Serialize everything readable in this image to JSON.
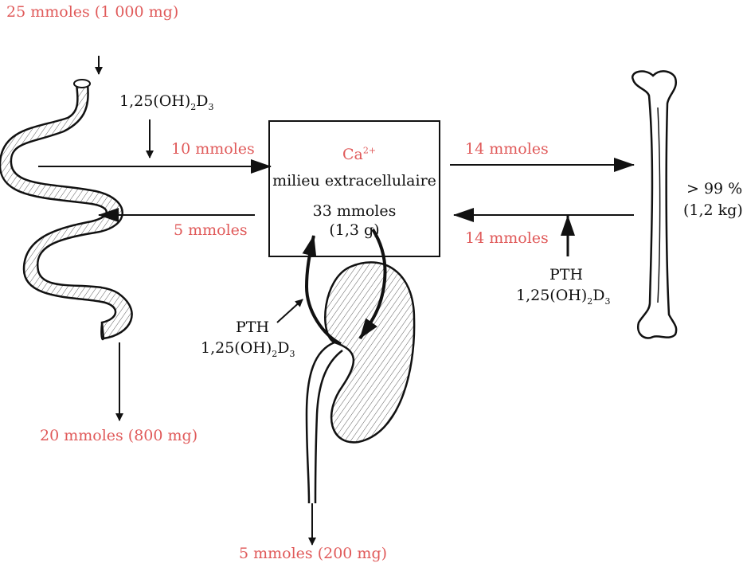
{
  "colors": {
    "accent_red": "#e05a5a",
    "ink": "#111111"
  },
  "labels": {
    "intake": "25 mmoles (1 000 mg)",
    "feces": "20 mmoles (800 mg)",
    "absorption": "10 mmoles",
    "secretion": "5 mmoles",
    "to_bone": "14 mmoles",
    "from_bone": "14 mmoles",
    "urine": "5 mmoles (200 mg)",
    "bone_pct": "> 99 %",
    "bone_mass": "(1,2 kg)",
    "box_ion_base": "Ca",
    "box_ion_charge": "2+",
    "box_line1": "milieu extracellulaire",
    "box_line2": "33 mmoles",
    "box_line3": "(1,3 g)"
  },
  "hormones": {
    "vitd_base": "1,25(OH)",
    "vitd_sub1": "2",
    "vitd_mid": "D",
    "vitd_sub2": "3",
    "pth": "PTH"
  },
  "icons": {
    "intestine": "intestine-icon",
    "kidney": "kidney-icon",
    "bone": "bone-icon"
  }
}
